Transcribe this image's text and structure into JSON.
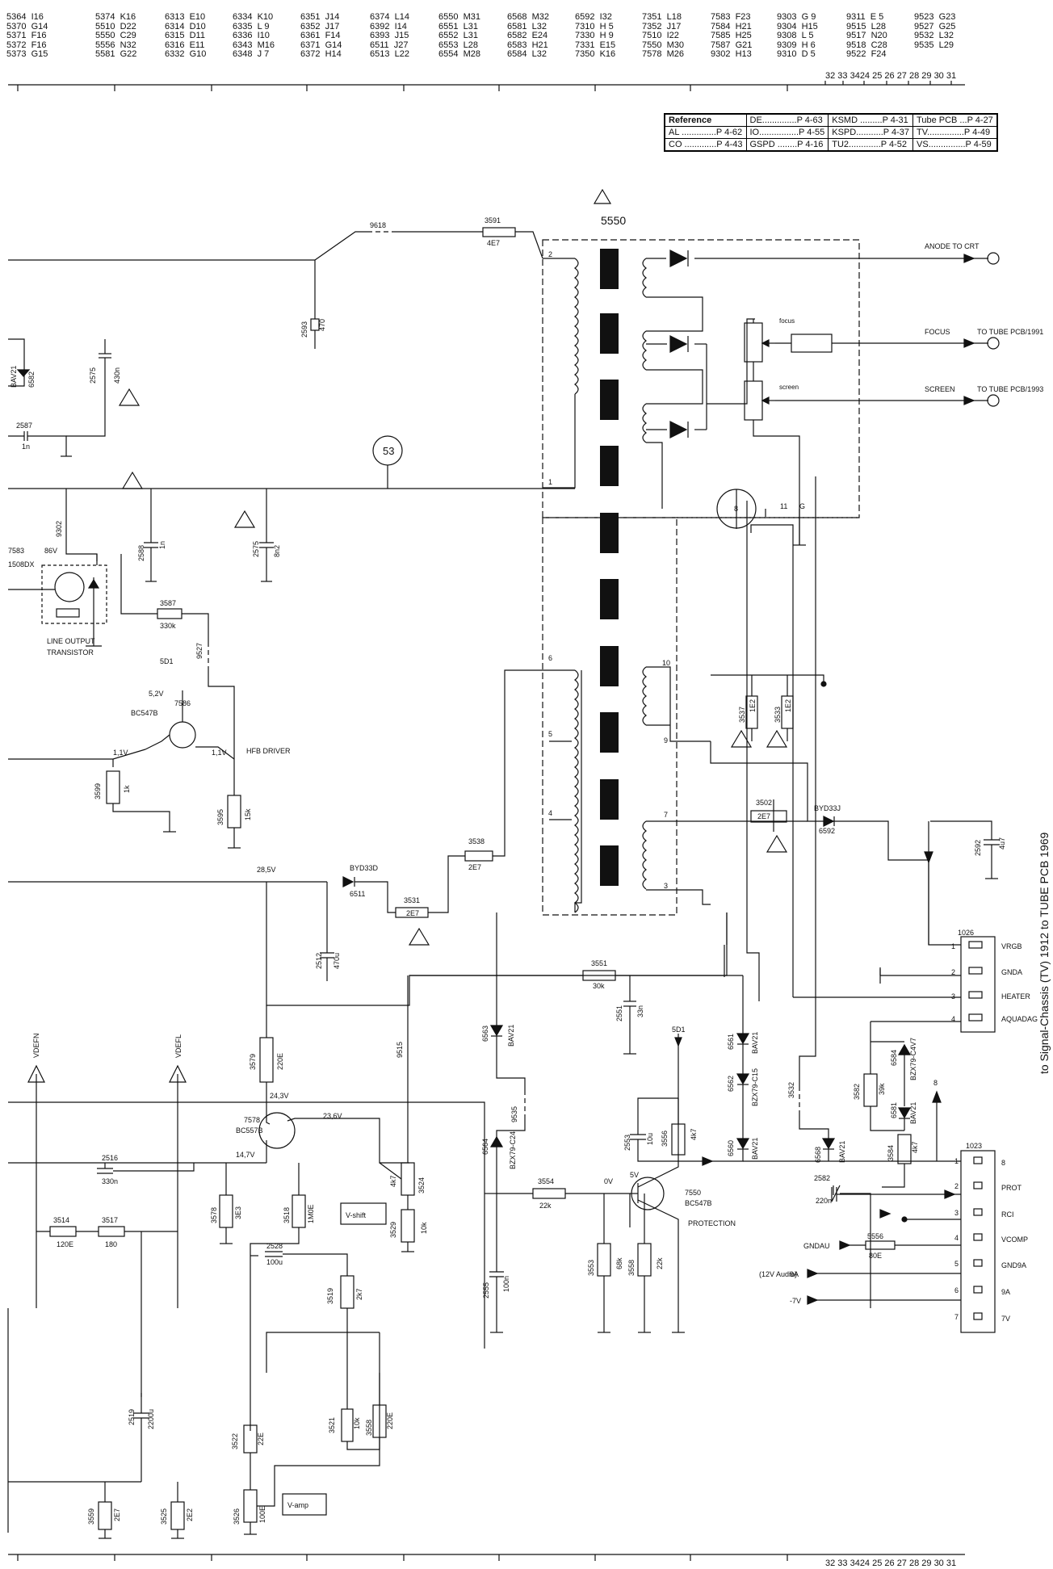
{
  "index_columns": [
    [
      "5364  I16",
      "5370  G14",
      "5371  F16",
      "5372  F16",
      "5373  G15"
    ],
    [
      "5374  K16",
      "5510  D22",
      "5550  C29",
      "5556  N32",
      "5581  G22"
    ],
    [
      "6313  E10",
      "6314  D10",
      "6315  D11",
      "6316  E11",
      "6332  G10"
    ],
    [
      "6334  K10",
      "6335  L 9",
      "6336  I10",
      "6343  M16",
      "6348  J 7"
    ],
    [
      "6351  J14",
      "6352  J17",
      "6361  F14",
      "6371  G14",
      "6372  H14"
    ],
    [
      "6374  L14",
      "6392  I14",
      "6393  J15",
      "6511  J27",
      "6513  L22"
    ],
    [
      "6550  M31",
      "6551  L31",
      "6552  L31",
      "6553  L28",
      "6554  M28"
    ],
    [
      "6568  M32",
      "6581  L32",
      "6582  E24",
      "6583  H21",
      "6584  L32"
    ],
    [
      "6592  I32",
      "7310  H 5",
      "7330  H 9",
      "7331  E15",
      "7350  K16"
    ],
    [
      "7351  L18",
      "7352  J17",
      "7510  I22",
      "7550  M30",
      "7578  M26"
    ],
    [
      "7583  F23",
      "7584  H21",
      "7585  H25",
      "7587  G21",
      "9302  H13"
    ],
    [
      "9303  G 9",
      "9304  H15",
      "9308  L 5",
      "9309  H 6",
      "9310  D 5"
    ],
    [
      "9311  E 5",
      "9515  L28",
      "9517  N20",
      "9518  C28",
      "9522  F24"
    ],
    [
      "9523  G23",
      "9527  G25",
      "9532  L32",
      "9535  L29"
    ]
  ],
  "grid_numbers": "32 33 3424 25 26 27 28 29 30 31",
  "reference_table": {
    "header": "Reference",
    "rows": [
      [
        "Reference",
        "DE..............P 4-63",
        "KSMD .........P 4-31",
        "Tube PCB ...P 4-27"
      ],
      [
        "AL ..............P 4-62",
        "IO................P 4-55",
        "KSPD...........P 4-37",
        "TV...............P 4-49"
      ],
      [
        "CO .............P 4-43",
        "GSPD ........P 4-16",
        "TU2.............P 4-52",
        "VS...............P 4-59"
      ]
    ]
  },
  "transformer": {
    "label": "5550"
  },
  "node": "53",
  "outputs": {
    "anode": "ANODE TO CRT",
    "focus": "FOCUS",
    "focus_dest": "TO TUBE PCB/1991",
    "screen": "SCREEN",
    "screen_dest": "TO TUBE PCB/1993",
    "focus_pot": "focus",
    "screen_pot": "screen"
  },
  "pins": {
    "p1": "1",
    "p2": "2",
    "p3": "3",
    "p4": "4",
    "p5": "5",
    "p6": "6",
    "p7": "7",
    "p8": "8",
    "p9": "9",
    "p10": "10",
    "p11": "11",
    "pg": "G"
  },
  "components": {
    "c9618": "9618",
    "r3591": "3591",
    "r3591v": "4E7",
    "c2593": "2593",
    "c2593v": "470",
    "d6582": "6582",
    "d6582t": "BAV21",
    "c2575": "2575",
    "c2575v": "430n",
    "c2587": "2587",
    "c2587v": "1n",
    "r9302": "9302",
    "q7583": "7583",
    "q7583t": "1508DX",
    "v86": "86V",
    "c2588": "2588",
    "c2588v": "1n",
    "c2575b": "2575",
    "c2575bv": "8n2",
    "r3587": "3587",
    "r3587v": "330k",
    "lot": "LINE OUTPUT",
    "lot2": "TRANSISTOR",
    "r9527": "9527",
    "n5d1": "5D1",
    "v52": "5,2V",
    "q7586": "7586",
    "q7586t": "BC547B",
    "v11a": "1,1V",
    "v11b": "1,1V",
    "hfb": "HFB DRIVER",
    "r3599": "3599",
    "r3599v": "1k",
    "r3595": "3595",
    "r3595v": "15k",
    "r3538": "3538",
    "r3538v": "2E7",
    "v285": "28,5V",
    "d6511t": "BYD33D",
    "d6511": "6511",
    "r3531": "3531",
    "r3531v": "2E7",
    "c2512": "2512",
    "c2512v": "470u",
    "r3537": "3537",
    "r3537v": "1E2",
    "r3533": "3533",
    "r3533v": "1E2",
    "r3502": "3502",
    "r3502v": "2E7",
    "d6592t": "BYD33J",
    "d6592": "6592",
    "c2592": "2592",
    "c2592v": "4u7",
    "r3551": "3551",
    "r3551v": "30k",
    "c2551": "2551",
    "c2551v": "33n",
    "d6563": "6563",
    "d6563t": "BAV21",
    "r3535": "9535",
    "d6564": "6564",
    "d6564t": "BZX79-C24",
    "c2555": "2555",
    "c2555v": "100n",
    "r3554": "3554",
    "r3554v": "22k",
    "r3553": "3553",
    "r3553v": "68k",
    "r3558": "3558",
    "r3558v": "22k",
    "n5d1b": "5D1",
    "c2553": "2553",
    "c2553v": "10u",
    "r3556": "3556",
    "r3556v": "4k7",
    "d6561": "6561",
    "d6561t": "BAV21",
    "d6562": "6562",
    "d6562t": "BZX79-C15",
    "d6560": "6560",
    "d6560t": "BAV21",
    "v5": "5V",
    "v0": "0V",
    "q7550": "7550",
    "q7550t": "BC547B",
    "prot": "PROTECTION",
    "r3532": "3532",
    "d6568": "6568",
    "d6568t": "BAV21",
    "r3582": "3582",
    "r3582v": "39k",
    "d6584": "6584",
    "d6584t": "BZX79-C4V7",
    "d6581": "6581",
    "d6581t": "BAV21",
    "r3584": "3584",
    "r3584v": "4k7",
    "c2582": "2582",
    "c2582v": "220n",
    "r5556": "5556",
    "r5556v": "80E",
    "r3579": "3579",
    "r3579v": "220E",
    "v243": "24,3V",
    "q7578": "7578",
    "q7578t": "BC557B",
    "v236": "23,6V",
    "v147": "14,7V",
    "r9515": "9515",
    "r3524": "3524",
    "r3524v": "4k7",
    "r3529": "3529",
    "r3529v": "10k",
    "vshift": "V-shift",
    "vdefn": "VDEFN",
    "vdefl": "VDEFL",
    "c2516": "2516",
    "c2516v": "330n",
    "r3578": "3578",
    "r3578v": "3E3",
    "r3518": "3518",
    "r3518v": "1M0E",
    "c2528": "2528",
    "c2528v": "100u",
    "r3514": "3514",
    "r3514v": "120E",
    "r3517": "3517",
    "r3517v": "180",
    "r3519": "3519",
    "r3519v": "2k7",
    "c2519": "2519",
    "c2519v": "2200u",
    "r3522": "3522",
    "r3522v": "22E",
    "r3521": "3521",
    "r3521v": "10k",
    "r3558b": "3558",
    "r3558bv": "220E",
    "r3559": "3559",
    "r3559v": "2E7",
    "r3525": "3525",
    "r3525v": "2E2",
    "r3526": "3526",
    "r3526v": "100E",
    "vamp": "V-amp"
  },
  "connector1026": {
    "title": "1026",
    "pins": [
      "1",
      "2",
      "3",
      "4"
    ],
    "labels": [
      "VRGB",
      "GNDA",
      "HEATER",
      "AQUADAG"
    ]
  },
  "connector1023": {
    "title": "1023",
    "pins": [
      "1",
      "2",
      "3",
      "4",
      "5",
      "6",
      "7"
    ],
    "labels": [
      "8",
      "PROT",
      "RCI",
      "VCOMP",
      "GND9A",
      "9A",
      "7V"
    ],
    "left_labels": [
      "GNDAU",
      "(12V Audio)",
      "9A",
      "-7V"
    ],
    "marker8": "8"
  },
  "side_label": "to Signal-Chassis (TV) 1912 to TUBE PCB 1969"
}
